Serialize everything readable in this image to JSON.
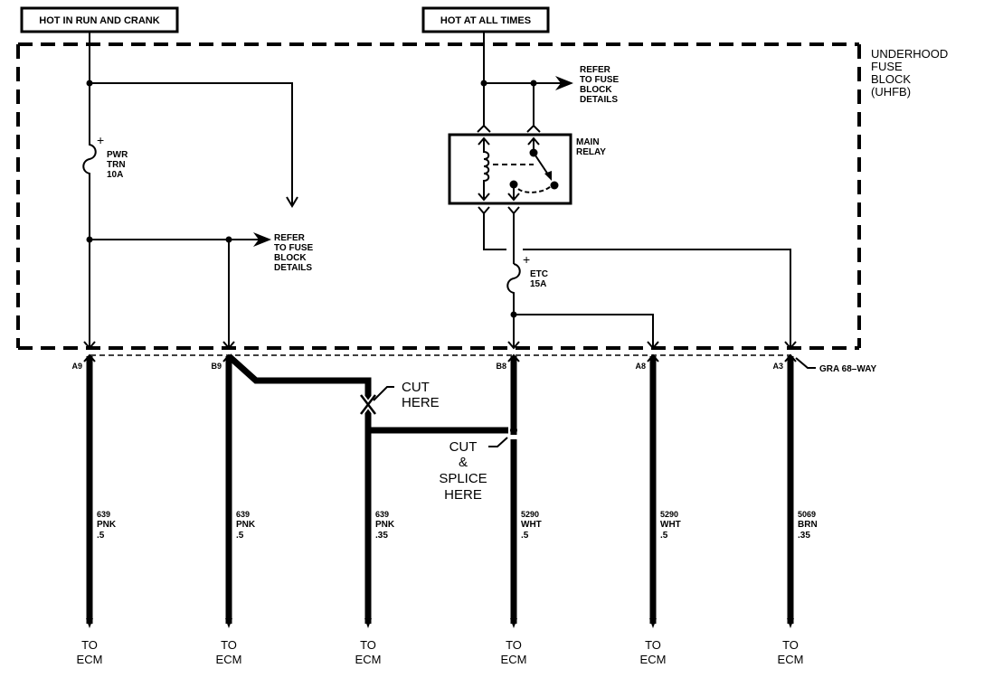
{
  "colors": {
    "ink": "#000000",
    "paper": "#ffffff"
  },
  "power_sources": {
    "left": "HOT IN RUN AND CRANK",
    "right": "HOT AT ALL TIMES"
  },
  "block": {
    "name_lines": [
      "UNDERHOOD",
      "FUSE",
      "BLOCK",
      "(UHFB)"
    ]
  },
  "refer_notes": {
    "top_right": [
      "REFER",
      "TO FUSE",
      "BLOCK",
      "DETAILS"
    ],
    "middle_left": [
      "REFER",
      "TO FUSE",
      "BLOCK",
      "DETAILS"
    ]
  },
  "fuses": [
    {
      "id": "pwr-trn",
      "polarity": "+",
      "lines": [
        "PWR",
        "TRN",
        "10A"
      ]
    },
    {
      "id": "etc",
      "polarity": "+",
      "lines": [
        "ETC",
        "15A"
      ]
    }
  ],
  "relay": {
    "label_lines": [
      "MAIN",
      "RELAY"
    ]
  },
  "connector": {
    "label": "GRA 68–WAY"
  },
  "terminals": [
    {
      "pin": "A9",
      "circuit": "639",
      "color": "PNK",
      "gauge": ".5",
      "dest": [
        "TO",
        "ECM"
      ]
    },
    {
      "pin": "B9",
      "circuit": "639",
      "color": "PNK",
      "gauge": ".5",
      "dest": [
        "TO",
        "ECM"
      ]
    },
    {
      "pin": "",
      "circuit": "639",
      "color": "PNK",
      "gauge": ".35",
      "dest": [
        "TO",
        "ECM"
      ]
    },
    {
      "pin": "B8",
      "circuit": "5290",
      "color": "WHT",
      "gauge": ".5",
      "dest": [
        "TO",
        "ECM"
      ]
    },
    {
      "pin": "A8",
      "circuit": "5290",
      "color": "WHT",
      "gauge": ".5",
      "dest": [
        "TO",
        "ECM"
      ]
    },
    {
      "pin": "A3",
      "circuit": "5069",
      "color": "BRN",
      "gauge": ".35",
      "dest": [
        "TO",
        "ECM"
      ]
    }
  ],
  "annotations": {
    "cut_here": [
      "CUT",
      "HERE"
    ],
    "cut_splice": [
      "CUT",
      "&",
      "SPLICE",
      "HERE"
    ]
  }
}
